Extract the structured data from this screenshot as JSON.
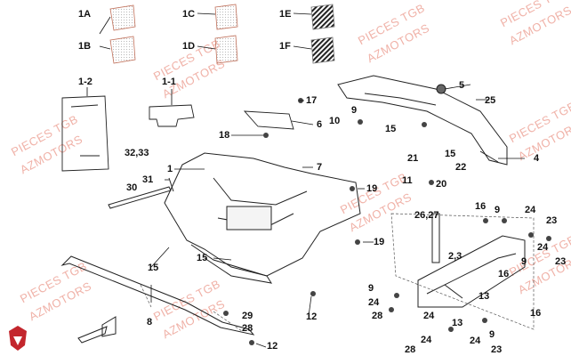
{
  "watermark": {
    "line1": "PIECES TGB",
    "line2": "AZMOTORS",
    "color": "#f0b2a8"
  },
  "legend_tiles": [
    {
      "label": "1A",
      "style": "dotted-red"
    },
    {
      "label": "1B",
      "style": "dotted-red"
    },
    {
      "label": "1C",
      "style": "dotted-red"
    },
    {
      "label": "1D",
      "style": "dotted-red"
    },
    {
      "label": "1E",
      "style": "black-stripes"
    },
    {
      "label": "1F",
      "style": "black-stripes"
    }
  ],
  "callouts": [
    "1-2",
    "1-1",
    "17",
    "5",
    "25",
    "6",
    "10",
    "9",
    "18",
    "15",
    "32,33",
    "7",
    "21",
    "15",
    "22",
    "4",
    "31",
    "1",
    "11",
    "20",
    "19",
    "30",
    "26,27",
    "16",
    "9",
    "24",
    "23",
    "2,3",
    "24",
    "23",
    "15",
    "19",
    "15",
    "9",
    "16",
    "9",
    "13",
    "24",
    "28",
    "24",
    "13",
    "16",
    "8",
    "29",
    "28",
    "12",
    "12",
    "24",
    "28",
    "24",
    "23",
    "9"
  ],
  "brand_logo": "shield-logo"
}
